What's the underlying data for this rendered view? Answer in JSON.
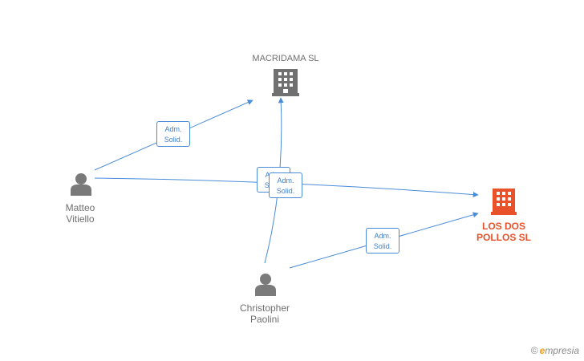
{
  "nodes": {
    "macridama": {
      "name": "MACRIDAMA SL"
    },
    "los_dos_pollos": {
      "name_line1": "LOS DOS",
      "name_line2": "POLLOS SL"
    },
    "matteo": {
      "line1": "Matteo",
      "line2": "Vitiello"
    },
    "christopher": {
      "line1": "Christopher",
      "line2": "Paolini"
    }
  },
  "edges": {
    "matteo_macridama": {
      "line1": "Adm.",
      "line2": "Solid."
    },
    "matteo_pollos": {
      "line1": "Adm.",
      "line2": "Solid."
    },
    "christopher_macridama": {
      "line1": "Adm.",
      "line2": "Solid."
    },
    "christopher_pollos": {
      "line1": "Adm.",
      "line2": "Solid."
    }
  },
  "brand": {
    "copyright": "©",
    "e": "e",
    "rest": "mpresia"
  },
  "colors": {
    "edge": "#4a8cd6",
    "person": "#7a7a7a",
    "company_grey": "#707070",
    "company_focus": "#e8512a"
  }
}
